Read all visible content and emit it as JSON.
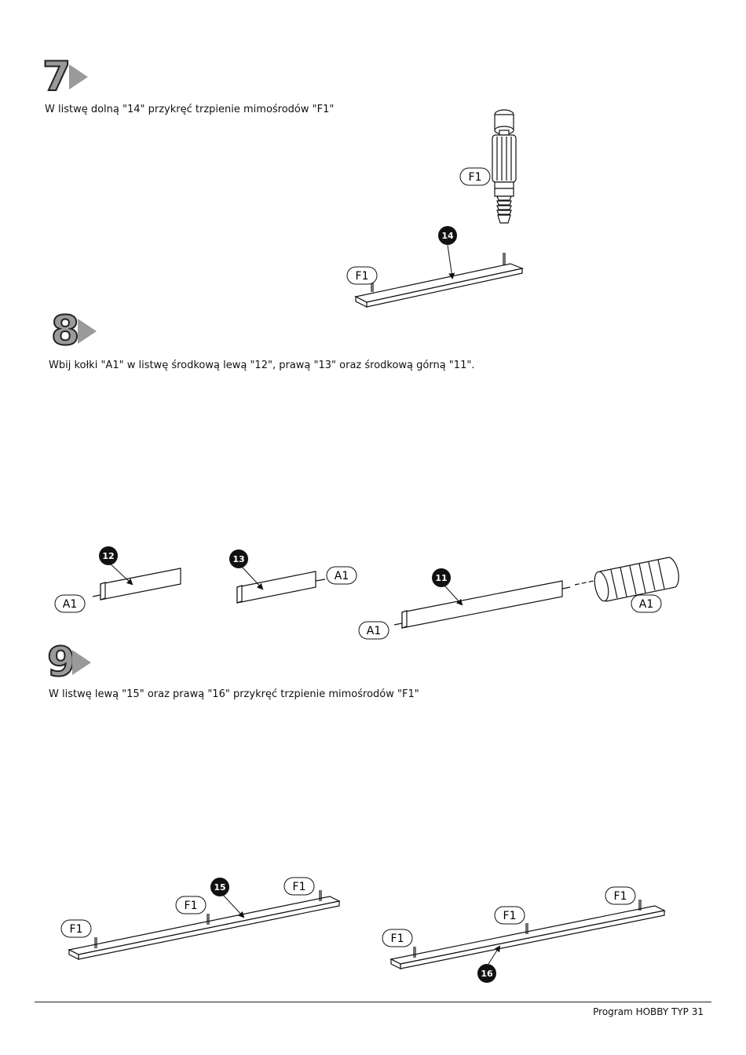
{
  "steps": [
    {
      "number": "7",
      "text": "W listwę dolną \"14\" przykręć trzpienie mimośrodów \"F1\""
    },
    {
      "number": "8",
      "text": "Wbij kołki \"A1\" w listwę środkową lewą \"12\", prawą \"13\" oraz środkową górną \"11\"."
    },
    {
      "number": "9",
      "text": "W listwę lewą \"15\" oraz prawą \"16\" przykręć trzpienie mimośrodów \"F1\""
    }
  ],
  "labels": {
    "f1": "F1",
    "a1": "A1",
    "part14": "14",
    "part12": "12",
    "part13": "13",
    "part11": "11",
    "part15": "15",
    "part16": "16"
  },
  "footer": "Program HOBBY TYP 31"
}
